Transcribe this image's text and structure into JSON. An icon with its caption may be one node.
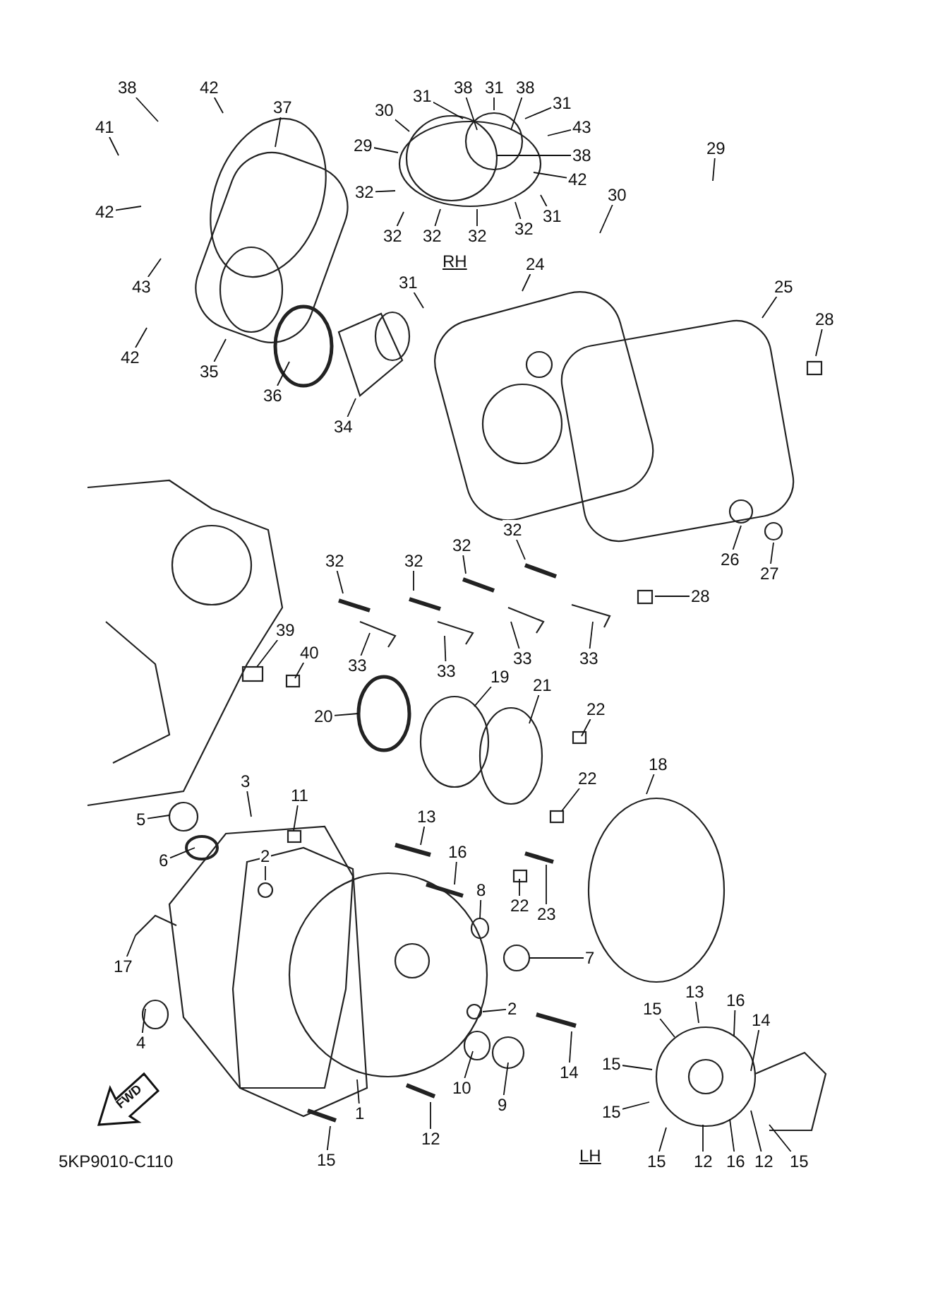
{
  "diagram": {
    "nodes": [
      {
        "text": [
          "38"
        ]
      },
      {
        "text": [
          "42"
        ]
      },
      {
        "text": [
          "37"
        ]
      },
      {
        "text": [
          "41"
        ]
      },
      {
        "text": [
          "42"
        ]
      },
      {
        "text": [
          "43"
        ]
      },
      {
        "text": [
          "42"
        ]
      },
      {
        "text": [
          "35"
        ]
      },
      {
        "text": [
          "36"
        ]
      },
      {
        "text": [
          "34"
        ]
      },
      {
        "text": [
          "30"
        ]
      },
      {
        "text": [
          "31"
        ]
      },
      {
        "text": [
          "38"
        ]
      },
      {
        "text": [
          "31"
        ]
      },
      {
        "text": [
          "38"
        ]
      },
      {
        "text": [
          "31"
        ]
      },
      {
        "text": [
          "43"
        ]
      },
      {
        "text": [
          "29"
        ]
      },
      {
        "text": [
          "38"
        ]
      },
      {
        "text": [
          "42"
        ]
      },
      {
        "text": [
          "32"
        ]
      },
      {
        "text": [
          "31"
        ]
      },
      {
        "text": [
          "32"
        ]
      },
      {
        "text": [
          "32"
        ]
      },
      {
        "text": [
          "32"
        ]
      },
      {
        "text": [
          "32"
        ]
      },
      {
        "text": [
          "29"
        ]
      },
      {
        "text": [
          "30"
        ]
      },
      {
        "text": [
          "31"
        ]
      },
      {
        "text": [
          "24"
        ]
      },
      {
        "text": [
          "25"
        ]
      },
      {
        "text": [
          "28"
        ]
      },
      {
        "text": [
          "26"
        ]
      },
      {
        "text": [
          "27"
        ]
      },
      {
        "text": [
          "28"
        ]
      },
      {
        "text": [
          "32"
        ]
      },
      {
        "text": [
          "32"
        ]
      },
      {
        "text": [
          "32"
        ]
      },
      {
        "text": [
          "32"
        ]
      },
      {
        "text": [
          "33"
        ]
      },
      {
        "text": [
          "33"
        ]
      },
      {
        "text": [
          "33"
        ]
      },
      {
        "text": [
          "33"
        ]
      },
      {
        "text": [
          "39"
        ]
      },
      {
        "text": [
          "40"
        ]
      },
      {
        "text": [
          "20"
        ]
      },
      {
        "text": [
          "19"
        ]
      },
      {
        "text": [
          "21"
        ]
      },
      {
        "text": [
          "22"
        ]
      },
      {
        "text": [
          "22"
        ]
      },
      {
        "text": [
          "18"
        ]
      },
      {
        "text": [
          "3"
        ]
      },
      {
        "text": [
          "11"
        ]
      },
      {
        "text": [
          "5"
        ]
      },
      {
        "text": [
          "6"
        ]
      },
      {
        "text": [
          "2"
        ]
      },
      {
        "text": [
          "13"
        ]
      },
      {
        "text": [
          "16"
        ]
      },
      {
        "text": [
          "8"
        ]
      },
      {
        "text": [
          "22"
        ]
      },
      {
        "text": [
          "23"
        ]
      },
      {
        "text": [
          "17"
        ]
      },
      {
        "text": [
          "7"
        ]
      },
      {
        "text": [
          "4"
        ]
      },
      {
        "text": [
          "2"
        ]
      },
      {
        "text": [
          "14"
        ]
      },
      {
        "text": [
          "1"
        ]
      },
      {
        "text": [
          "10"
        ]
      },
      {
        "text": [
          "9"
        ]
      },
      {
        "text": [
          "12"
        ]
      },
      {
        "text": [
          "15"
        ]
      },
      {
        "text": [
          "13"
        ]
      },
      {
        "text": [
          "16"
        ]
      },
      {
        "text": [
          "15"
        ]
      },
      {
        "text": [
          "14"
        ]
      },
      {
        "text": [
          "15"
        ]
      },
      {
        "text": [
          "15"
        ]
      },
      {
        "text": [
          "12"
        ]
      },
      {
        "text": [
          "16"
        ]
      },
      {
        "text": [
          "12"
        ]
      },
      {
        "text": [
          "15"
        ]
      },
      {
        "text": [
          "15"
        ]
      }
    ],
    "edges": [
      {
        "from": 0,
        "to": null,
        "arrow": "none"
      },
      {
        "from": 1,
        "to": null,
        "arrow": "none"
      },
      {
        "from": 2,
        "to": null,
        "arrow": "none"
      },
      {
        "from": 3,
        "to": null,
        "arrow": "none"
      },
      {
        "from": 4,
        "to": null,
        "arrow": "none"
      },
      {
        "from": 5,
        "to": null,
        "arrow": "none"
      },
      {
        "from": 6,
        "to": null,
        "arrow": "none"
      },
      {
        "from": 7,
        "to": null,
        "arrow": "none"
      },
      {
        "from": 8,
        "to": null,
        "arrow": "none"
      },
      {
        "from": 9,
        "to": null,
        "arrow": "none"
      },
      {
        "from": 10,
        "to": null,
        "arrow": "none"
      },
      {
        "from": 11,
        "to": null,
        "arrow": "none"
      },
      {
        "from": 12,
        "to": null,
        "arrow": "none"
      },
      {
        "from": 13,
        "to": null,
        "arrow": "none"
      },
      {
        "from": 14,
        "to": null,
        "arrow": "none"
      },
      {
        "from": 15,
        "to": null,
        "arrow": "none"
      },
      {
        "from": 16,
        "to": null,
        "arrow": "none"
      },
      {
        "from": 17,
        "to": null,
        "arrow": "none"
      },
      {
        "from": 18,
        "to": null,
        "arrow": "none"
      },
      {
        "from": 19,
        "to": null,
        "arrow": "none"
      },
      {
        "from": 20,
        "to": null,
        "arrow": "none"
      },
      {
        "from": 21,
        "to": null,
        "arrow": "none"
      },
      {
        "from": 22,
        "to": null,
        "arrow": "none"
      },
      {
        "from": 23,
        "to": null,
        "arrow": "none"
      },
      {
        "from": 24,
        "to": null,
        "arrow": "none"
      },
      {
        "from": 25,
        "to": null,
        "arrow": "none"
      },
      {
        "from": 26,
        "to": null,
        "arrow": "none"
      },
      {
        "from": 27,
        "to": null,
        "arrow": "none"
      },
      {
        "from": 28,
        "to": null,
        "arrow": "none"
      },
      {
        "from": 29,
        "to": null,
        "arrow": "none"
      },
      {
        "from": 30,
        "to": null,
        "arrow": "none"
      },
      {
        "from": 31,
        "to": null,
        "arrow": "none"
      },
      {
        "from": 32,
        "to": null,
        "arrow": "none"
      },
      {
        "from": 33,
        "to": null,
        "arrow": "none"
      },
      {
        "from": 34,
        "to": null,
        "arrow": "none"
      },
      {
        "from": 35,
        "to": null,
        "arrow": "none"
      },
      {
        "from": 36,
        "to": null,
        "arrow": "none"
      },
      {
        "from": 37,
        "to": null,
        "arrow": "none"
      },
      {
        "from": 38,
        "to": null,
        "arrow": "none"
      },
      {
        "from": 39,
        "to": null,
        "arrow": "none"
      },
      {
        "from": 40,
        "to": null,
        "arrow": "none"
      },
      {
        "from": 41,
        "to": null,
        "arrow": "none"
      },
      {
        "from": 42,
        "to": null,
        "arrow": "none"
      },
      {
        "from": 43,
        "to": null,
        "arrow": "none"
      },
      {
        "from": 44,
        "to": null,
        "arrow": "none"
      },
      {
        "from": 45,
        "to": null,
        "arrow": "none"
      },
      {
        "from": 46,
        "to": null,
        "arrow": "none"
      },
      {
        "from": 47,
        "to": null,
        "arrow": "none"
      },
      {
        "from": 48,
        "to": null,
        "arrow": "none"
      },
      {
        "from": 49,
        "to": null,
        "arrow": "none"
      },
      {
        "from": 50,
        "to": null,
        "arrow": "none"
      },
      {
        "from": 51,
        "to": null,
        "arrow": "none"
      },
      {
        "from": 52,
        "to": null,
        "arrow": "none"
      },
      {
        "from": 53,
        "to": null,
        "arrow": "none"
      },
      {
        "from": 54,
        "to": null,
        "arrow": "none"
      },
      {
        "from": 55,
        "to": null,
        "arrow": "none"
      },
      {
        "from": 56,
        "to": null,
        "arrow": "none"
      },
      {
        "from": 57,
        "to": null,
        "arrow": "none"
      },
      {
        "from": 58,
        "to": null,
        "arrow": "none"
      },
      {
        "from": 59,
        "to": null,
        "arrow": "none"
      },
      {
        "from": 60,
        "to": null,
        "arrow": "none"
      },
      {
        "from": 61,
        "to": null,
        "arrow": "none"
      },
      {
        "from": 62,
        "to": null,
        "arrow": "none"
      },
      {
        "from": 63,
        "to": null,
        "arrow": "none"
      },
      {
        "from": 64,
        "to": null,
        "arrow": "none"
      },
      {
        "from": 65,
        "to": null,
        "arrow": "none"
      },
      {
        "from": 66,
        "to": null,
        "arrow": "none"
      },
      {
        "from": 67,
        "to": null,
        "arrow": "none"
      },
      {
        "from": 68,
        "to": null,
        "arrow": "none"
      },
      {
        "from": 69,
        "to": null,
        "arrow": "none"
      },
      {
        "from": 70,
        "to": null,
        "arrow": "none"
      },
      {
        "from": 71,
        "to": null,
        "arrow": "none"
      },
      {
        "from": 72,
        "to": null,
        "arrow": "none"
      },
      {
        "from": 73,
        "to": null,
        "arrow": "none"
      },
      {
        "from": 74,
        "to": null,
        "arrow": "none"
      },
      {
        "from": 75,
        "to": null,
        "arrow": "none"
      },
      {
        "from": 76,
        "to": null,
        "arrow": "none"
      },
      {
        "from": 77,
        "to": null,
        "arrow": "none"
      },
      {
        "from": 78,
        "to": null,
        "arrow": "none"
      },
      {
        "from": 79,
        "to": null,
        "arrow": "none"
      },
      {
        "from": 80,
        "to": null,
        "arrow": "none"
      },
      {
        "from": 81,
        "to": null,
        "arrow": "none"
      }
    ],
    "labels": [
      "RH",
      "LH",
      "FWD",
      "5KP9010-C110"
    ]
  }
}
